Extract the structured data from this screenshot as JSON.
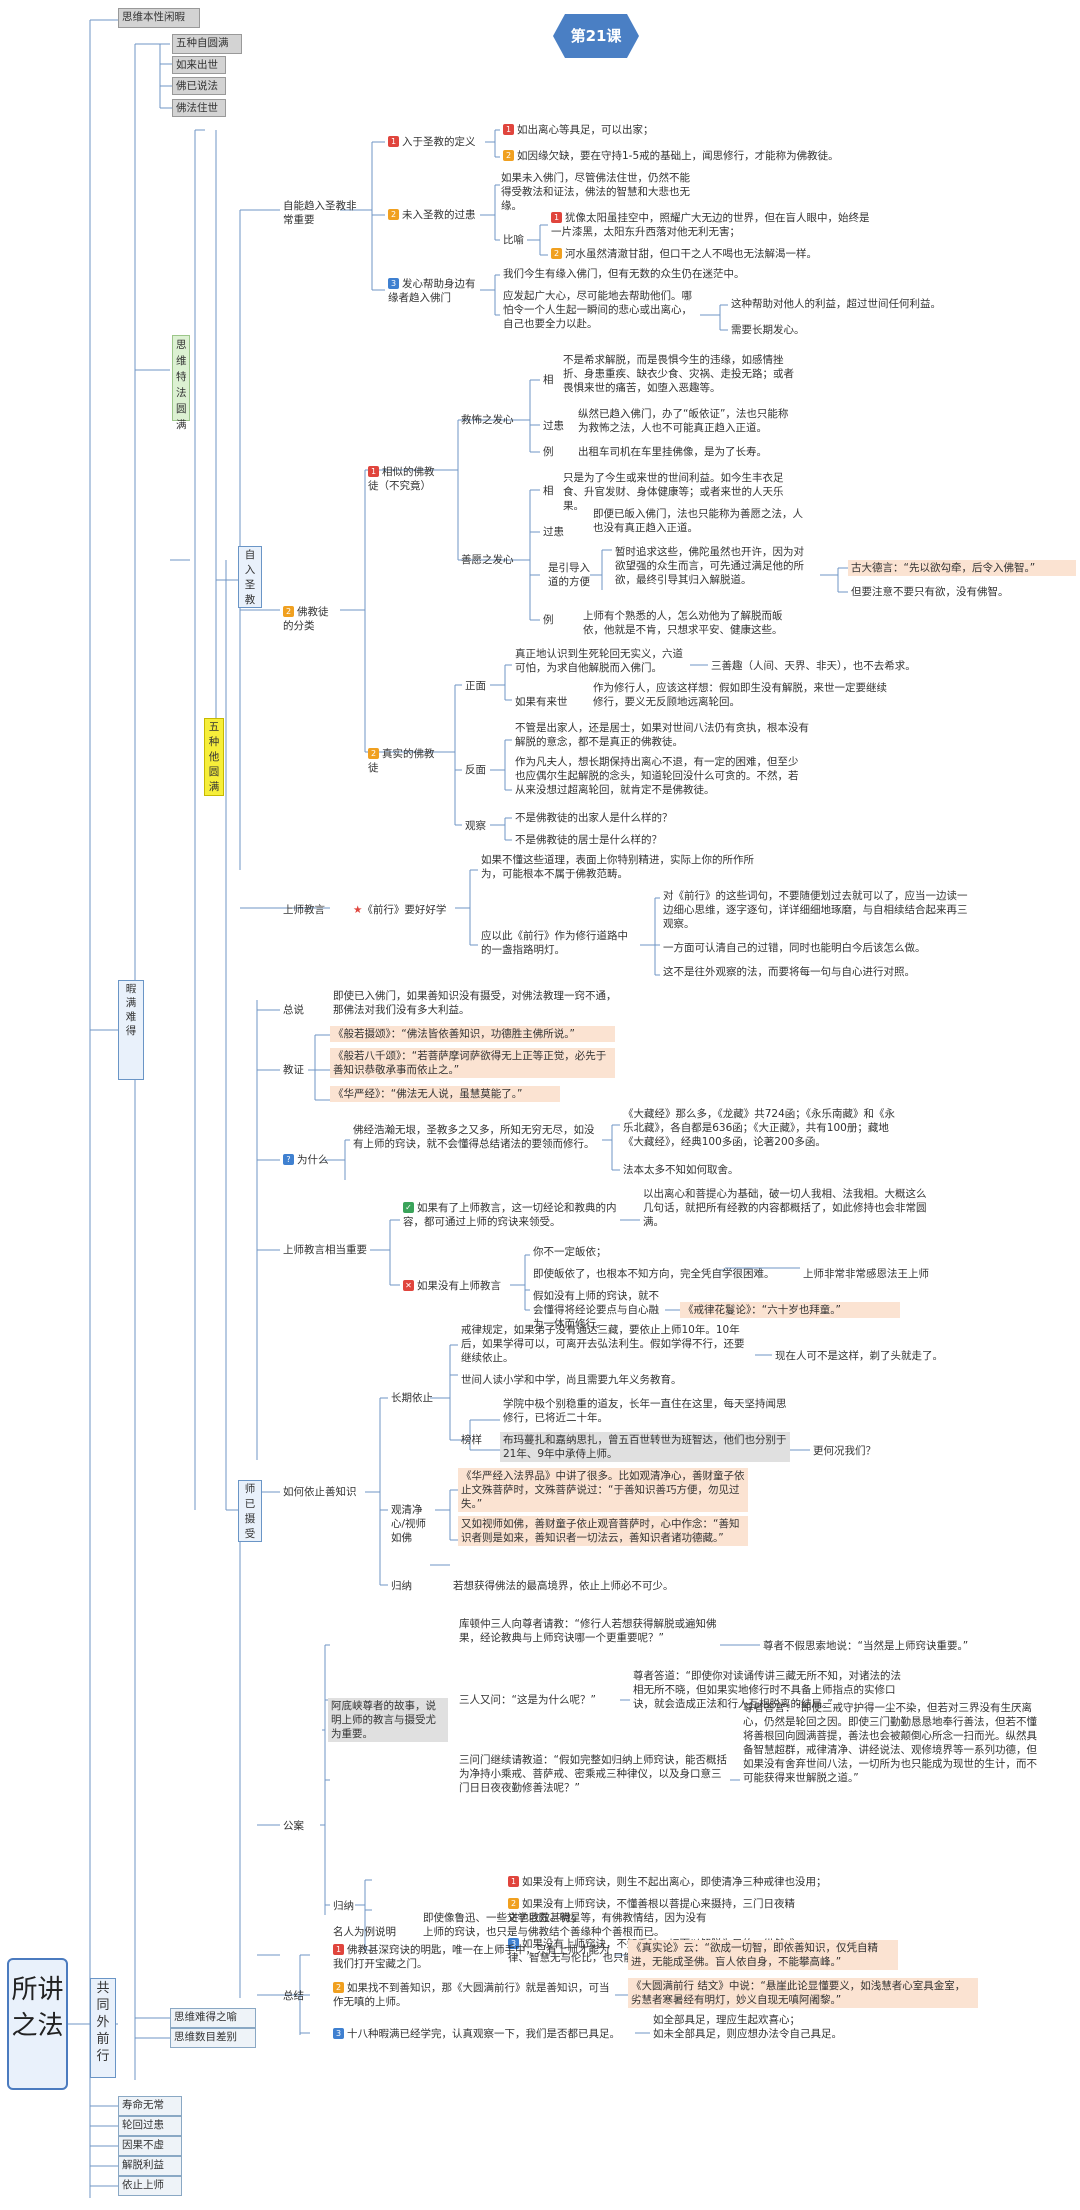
{
  "title": "第21课",
  "root": "所讲之法",
  "level1": {
    "top": "思维本性闲暇",
    "mid": "暇满难得",
    "shared": "共同外前行",
    "bottom": [
      "寿命无常",
      "轮回过患",
      "因果不虚",
      "解脱利益",
      "依止上师"
    ]
  },
  "sidebar": {
    "wuzhong_zi": "五种自圆满",
    "zi_items": [
      "如来出世",
      "佛已说法",
      "佛法住世"
    ],
    "siwei_te": "思维特法圆满",
    "wuzhong_ta": "五种他圆满",
    "zi_ru_sheng_jiao": "自入圣教",
    "shi_yi_she_shou": "师已摄受",
    "nande_yu": "思维难得之喻",
    "shumu": "思维数目差别"
  },
  "s1": {
    "label": "自能趋入圣教非常重要",
    "a": "入于圣教的定义",
    "a1": "如出离心等具足，可以出家；",
    "a2": "如因缘欠缺，要在守持1-5戒的基础上，闻思修行，才能称为佛教徒。",
    "b": "未入圣教的过患",
    "b_text": "如果未入佛门，尽管佛法住世，仍然不能得受教法和证法，佛法的智慧和大悲也无缘。",
    "b_biyu": "比喻",
    "b1": "犹像太阳虽挂空中，照耀广大无边的世界，但在盲人眼中，始终是一片漆黑，太阳东升西落对他无利无害；",
    "b2": "河水虽然清澈甘甜，但口干之人不喝也无法解渴一样。",
    "c": "发心帮助身边有缘者趋入佛门",
    "c1": "我们今生有缘入佛门，但有无数的众生仍在迷茫中。",
    "c2": "应发起广大心，尽可能地去帮助他们。哪怕令一个人生起一瞬间的悲心或出离心，自己也要全力以赴。",
    "c3": "这种帮助对他人的利益，超过世间任何利益。",
    "c4": "需要长期发心。"
  },
  "s2": {
    "label": "佛教徒的分类",
    "xiangsi": "相似的佛教徒（不究竟）",
    "jiubu": "救怖之发心",
    "xiang": "相",
    "jiubu_xiang": "不是希求解脱，而是畏惧今生的违缘，如感情挫折、身患重疾、缺衣少食、灾祸、走投无路；或者畏惧来世的痛苦，如堕入恶趣等。",
    "guohuan": "过患",
    "jiubu_guo": "纵然已趋入佛门，办了“皈依证”，法也只能称为救怖之法，人也不可能真正趋入正道。",
    "li": "例",
    "jiubu_li": "出租车司机在车里挂佛像，是为了长寿。",
    "shanyuan": "善愿之发心",
    "shanyuan_xiang": "只是为了今生或来世的世间利益。如今生丰衣足食、升官发财、身体健康等；或者来世的人天乐果。",
    "shanyuan_guo": "即便已皈入佛门，法也只能称为善愿之法，人也没有真正趋入正道。",
    "yindao": "是引导入道的方便",
    "yindao_text": "暂时追求这些，佛陀虽然也开许，因为对欲望强的众生而言，可先通过满足他的所欲，最终引导其归入解脱道。",
    "gude": "古大德言：“先以欲勾牵，后令入佛智。”",
    "danyao": "但要注意不要只有欲，没有佛智。",
    "shanyuan_li": "上师有个熟悉的人，怎么劝他为了解脱而皈依，他就是不肯，只想求平安、健康这些。",
    "zhenshi": "真实的佛教徒",
    "zhengmian": "正面",
    "zm1": "真正地认识到生死轮回无实义，六道可怕，为求自他解脱而入佛门。",
    "zm2": "三善趣（人间、天界、非天），也不去希求。",
    "zm_ru": "如果有来世",
    "zm3": "作为修行人，应该这样想：假如即生没有解脱，来世一定要继续修行，要义无反顾地远离轮回。",
    "fanmian": "反面",
    "fm1": "不管是出家人，还是居士，如果对世间八法仍有贪执，根本没有解脱的意念，都不是真正的佛教徒。",
    "fm2": "作为凡夫人，想长期保持出离心不退，有一定的困难，但至少也应偶尔生起解脱的念头，知道轮回没什么可贪的。不然，若从来没想过超离轮回，就肯定不是佛教徒。",
    "guancha": "观察",
    "gc1": "不是佛教徒的出家人是什么样的？",
    "gc2": "不是佛教徒的居士是什么样的？",
    "jiaoyan": "上师教言",
    "qianxing": "《前行》要好好学",
    "jy1": "如果不懂这些道理，表面上你特别精进，实际上你的所作所为，可能根本不属于佛教范畴。",
    "jy2": "应以此《前行》作为修行道路中的一盏指路明灯。",
    "jy3": "对《前行》的这些词句，不要随便划过去就可以了，应当一边读一边细心思维，逐字逐句，详详细细地琢磨，与自相续结合起来再三观察。",
    "jy4": "一方面可认清自己的过错，同时也能明白今后该怎么做。",
    "jy5": "这不是往外观察的法，而要将每一句与自心进行对照。"
  },
  "s3": {
    "zongshuo": "总说",
    "zs_text": "即使已入佛门，如果善知识没有摄受，对佛法教理一窍不通，那佛法对我们没有多大利益。",
    "jiaozheng": "教证",
    "jz1": "《般若摄颂》：“佛法皆依善知识，功德胜主佛所说。”",
    "jz2": "《般若八千颂》：“若菩萨摩诃萨欲得无上正等正觉，必先于善知识恭敬承事而依止之。”",
    "jz3": "《华严经》：“佛法无人说，虽慧莫能了。”",
    "weishenme": "为什么",
    "wsm1": "佛经浩瀚无垠，圣教多之又多，所知无穷无尽，如没有上师的窍诀，就不会懂得总结诸法的要领而修行。",
    "wsm2": "《大藏经》那么多，《龙藏》共724函；《永乐南藏》和《永乐北藏》，各自都是636函；《大正藏》，共有100册；藏地《大藏经》，经典100多函，论著200多函。",
    "wsm3": "法本太多不知如何取舍。",
    "zhongyao": "上师教言相当重要",
    "zy_you": "如果有了上师教言，这一切经论和教典的内容，都可通过上师的窍诀来领受。",
    "zy_you2": "以出离心和菩提心为基础，破一切人我相、法我相。大概这么几句话，就把所有经教的内容都概括了，如此修持也会非常圆满。",
    "zy_mei": "如果没有上师教言",
    "zm_a": "你不一定皈依；",
    "zm_b": "即使皈依了，也根本不知方向，完全凭自学很困难。",
    "zm_b2": "上师非常非常感恩法王上师",
    "zm_c": "假如没有上师的窍诀，就不会懂得将经论要点与自心融为一体而修行。",
    "zm_c2": "《戒律花鬘论》：“六十岁也拜童。”",
    "ruhe": "如何依止善知识",
    "changqi": "长期依止",
    "cq1": "戒律规定，如果弟子没有通达三藏，要依止上师10年。10年后，如果学得可以，可离开去弘法利生。假如学得不行，还要继续依止。",
    "cq2": "现在人可不是这样，剃了头就走了。",
    "cq3": "世间人读小学和中学，尚且需要九年义务教育。",
    "bangyang": "榜样",
    "by1": "学院中极个别稳重的道友，长年一直住在这里，每天坚持闻思修行，已将近二十年。",
    "by2": "布玛蔓扎和嘉纳思扎，曾五百世转世为班智达，他们也分别于21年、9年中承侍上师。",
    "by3": "更何况我们？",
    "guancha": "观清净心/视师如佛",
    "gc1": "《华严经入法界品》中讲了很多。比如观清净心，善财童子依止文殊菩萨时，文殊菩萨说过：“于善知识善巧方便，勿见过失。”",
    "gc2": "又如视师如佛，善财童子依止观音菩萨时，心中作念：“善知识者则是如来，善知识者一切法云，善知识者诸功德藏。”",
    "guina": "归纳",
    "gn1": "若想获得佛法的最高境界，依止上师必不可少。",
    "gongan": "公案",
    "ga_label": "阿底峡尊者的故事，说明上师的教言与摄受尤为重要。",
    "ga1": "库顿仲三人向尊者请教：“修行人若想获得解脱或遍知佛果，经论教典与上师窍诀哪一个更重要呢？”",
    "ga1b": "尊者不假思索地说：“当然是上师窍诀重要。”",
    "ga2": "三人又问：“这是为什么呢？”",
    "ga2b": "尊者答道：“即使你对读诵传讲三藏无所不知，对诸法的法相无所不晓，但如果实地修行时不具备上师指点的实修口诀，就会造成正法和行人互相脱离的结局。”",
    "ga3": "三问门继续请教道：“假如完整如归纳上师窍诀，能否概括为净持小乘戒、菩萨戒、密乘戒三种律仪，以及身口意三门日日夜夜勤修善法呢？”",
    "ga3b": "尊者答言：“即使三戒守护得一尘不染，但若对三界没有生厌离心，仍然是轮回之因。即使三门勤勤恳恳地奉行善法，但若不懂将善根回向圆满菩提，善法也会被颠倒心所念一扫而光。纵然具备智慧超群，戒律清净、讲经说法、观修境界等一系列功德，但如果没有舍弃世间八法，一切所为也只能成为现世的生计，而不可能获得来世解脱之道。”",
    "guina2": "归纳",
    "gn2a": "如果没有上师窍诀，则生不起出离心，即使清净三种戒律也没用；",
    "gn2b": "如果没有上师窍诀，不懂善根以菩提心来摄持，三门日夜精进也收效甚微；",
    "gn2c": "如果没有上师窍诀，不知看破一切而以解脱为目的，纵然戒律、智慧无与伦比，也只能成为人天福报之因。",
    "mingren": "名人为例说明",
    "mr_text": "即使像鲁迅、一些文学巨匠、明星等，有佛教情结，因为没有上师的窍诀，也只是与佛教结个善缘种个善根而已。",
    "zongjie": "总结",
    "zj1": "佛教甚深窍诀的明匙，唯一在上师手中，只有上师才能为我们打开宝藏之门。",
    "zj1b": "《真实论》云：“欲成一切智，即依善知识，仅凭自精进，无能成圣佛。盲人依自身，不能攀高峰。”",
    "zj2": "如果找不到善知识，那《大圆满前行》就是善知识，可当作无嗔的上师。",
    "zj2b": "《大圆满前行 结文》中说：“悬崖此论显懂要义，如浅慧者心室具金室，劣慧者寒暑经有明灯，妙义自现无嗔阿阇黎。”",
    "zj3": "十八种暇满已经学完，认真观察一下，我们是否都已具足。",
    "zj3b": "如全部具足，理应生起欢喜心；\n如未全部具足，则应想办法令自己具足。"
  }
}
